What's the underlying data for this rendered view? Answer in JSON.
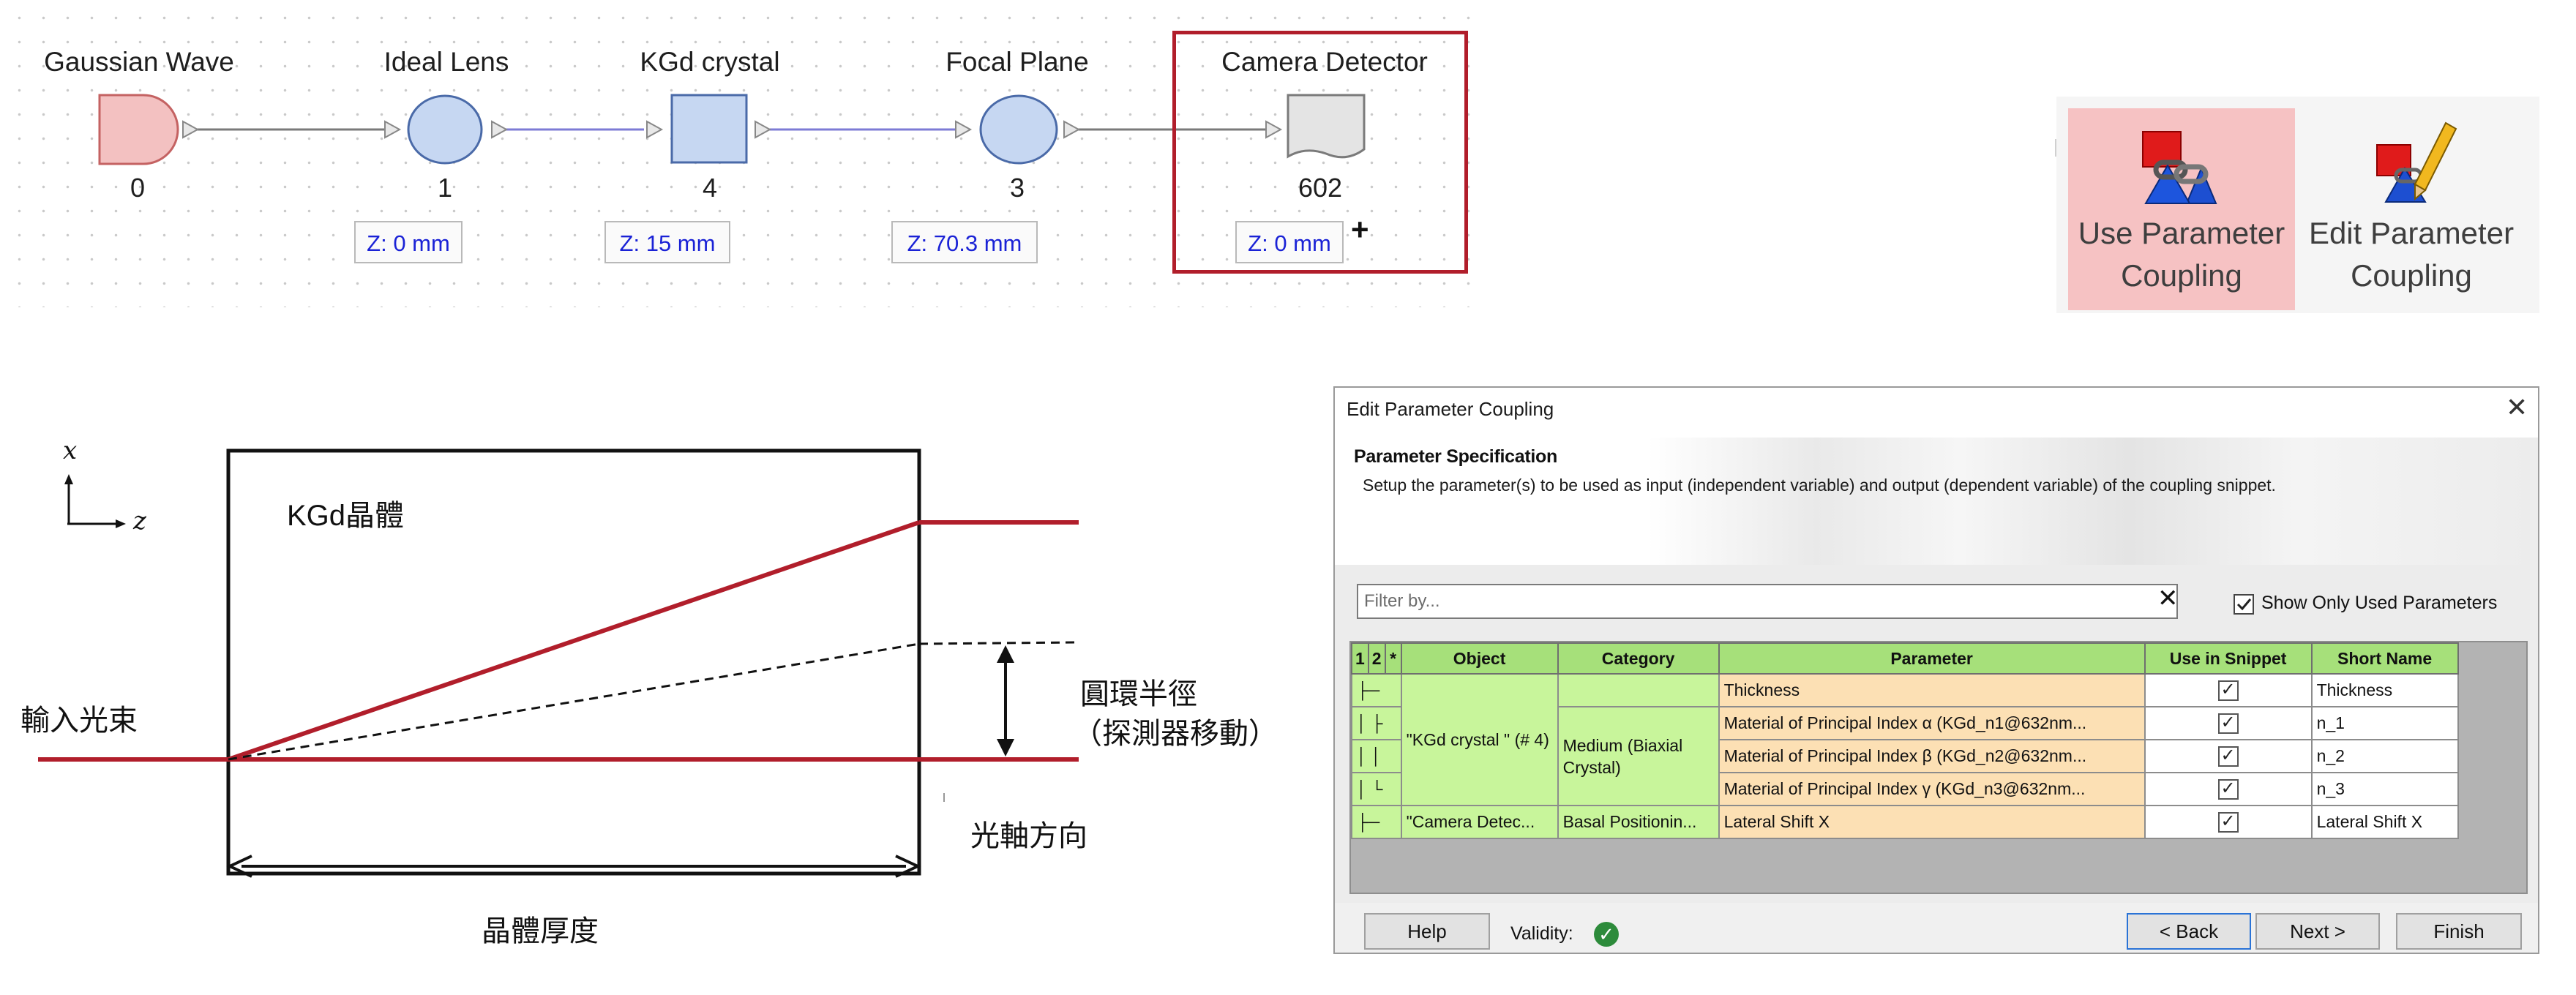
{
  "pipeline": {
    "nodes": [
      {
        "name": "Gaussian Wave",
        "id": "0"
      },
      {
        "name": "Ideal Lens",
        "id": "1",
        "z": "Z: 0 mm"
      },
      {
        "name": "KGd crystal",
        "id": "4",
        "z": "Z: 15 mm"
      },
      {
        "name": "Focal Plane",
        "id": "3",
        "z": "Z: 70.3 mm"
      },
      {
        "name": "Camera Detector",
        "id": "602",
        "z": "Z: 0 mm"
      }
    ],
    "plus": "+",
    "colors": {
      "source": "#f3c1c1",
      "element": "#c6d7f2",
      "highlight": "#b11e2b",
      "link_gray": "#7a7a7a",
      "link_blue": "#7d7bd6"
    }
  },
  "ribbon": {
    "use_coupling": {
      "line1": "Use Parameter",
      "line2": "Coupling",
      "icon": "chain-link-icon"
    },
    "edit_coupling": {
      "line1": "Edit Parameter",
      "line2": "Coupling",
      "icon": "pencil-link-icon"
    }
  },
  "diagram": {
    "axis_x": "x",
    "axis_z": "z",
    "crystal_label": "KGd晶體",
    "input_beam": "輸入光束",
    "ring_radius_line1": "圓環半徑",
    "ring_radius_line2": "（探測器移動）",
    "optical_axis": "光軸方向",
    "thickness": "晶體厚度",
    "beam_color": "#b11e2b"
  },
  "dialog": {
    "title": "Edit Parameter Coupling",
    "spec_title": "Parameter Specification",
    "spec_desc": "Setup the parameter(s) to be used as input (independent variable) and output (dependent variable) of the coupling snippet.",
    "filter_placeholder": "Filter by...",
    "filter_clear": "✕",
    "show_only_used": "Show Only Used Parameters",
    "headers": {
      "c1": "1",
      "c2": "2",
      "c3": "*",
      "object": "Object",
      "category": "Category",
      "parameter": "Parameter",
      "use": "Use in Snippet",
      "short": "Short Name"
    },
    "objects": {
      "kgd": "\"KGd crystal \" (# 4)",
      "camera": "\"Camera Detec..."
    },
    "categories": {
      "medium": "Medium (Biaxial Crystal)",
      "basal": "Basal Positionin..."
    },
    "rows": [
      {
        "parameter": "Thickness",
        "short": "Thickness"
      },
      {
        "parameter": "Material of Principal Index α (KGd_n1@632nm...",
        "short": "n_1"
      },
      {
        "parameter": "Material of Principal Index β (KGd_n2@632nm...",
        "short": "n_2"
      },
      {
        "parameter": "Material of Principal Index γ (KGd_n3@632nm...",
        "short": "n_3"
      },
      {
        "parameter": "Lateral Shift X",
        "short": "Lateral Shift X"
      }
    ],
    "check_mark": "✓",
    "footer": {
      "help": "Help",
      "validity": "Validity:",
      "back": "< Back",
      "next": "Next >",
      "finish": "Finish"
    }
  }
}
